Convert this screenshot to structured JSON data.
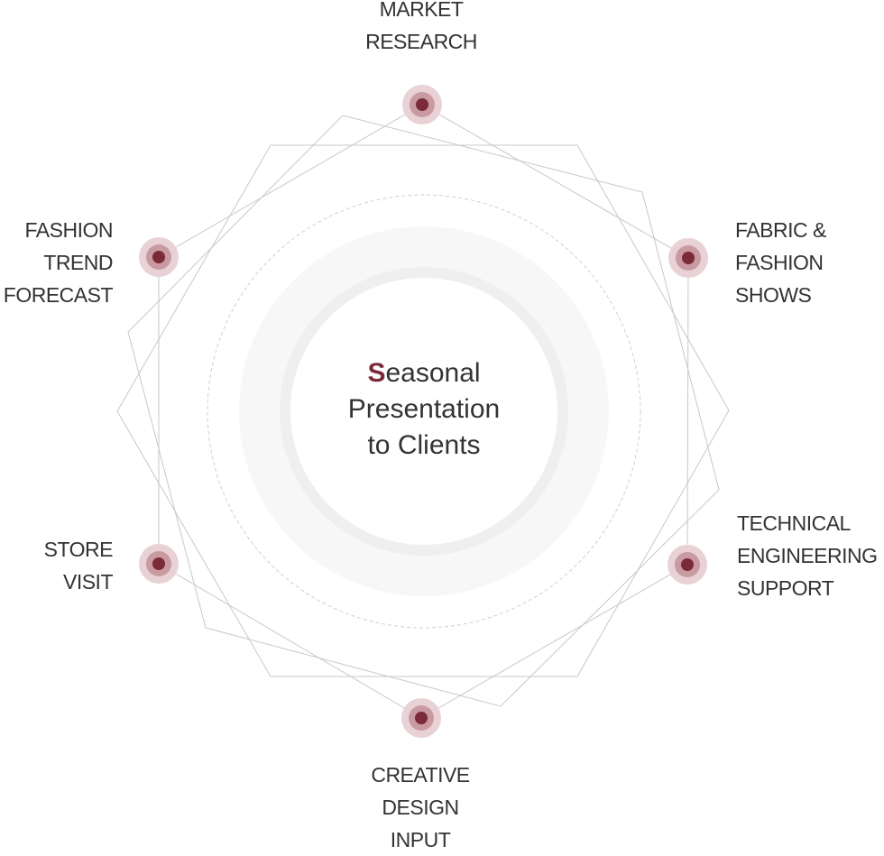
{
  "center": {
    "first_letter": "S",
    "line1_rest": "easonal",
    "line2": "Presentation",
    "line3": "to Clients"
  },
  "nodes": [
    {
      "id": "market-research",
      "lines": [
        "MARKET",
        "RESEARCH"
      ]
    },
    {
      "id": "fabric-fashion-shows",
      "lines": [
        "FABRIC &",
        "FASHION",
        "SHOWS"
      ]
    },
    {
      "id": "technical-engineering-support",
      "lines": [
        "TECHNICAL",
        "ENGINEERING",
        "SUPPORT"
      ]
    },
    {
      "id": "creative-design-input",
      "lines": [
        "CREATIVE",
        "DESIGN",
        "INPUT"
      ]
    },
    {
      "id": "store-visit",
      "lines": [
        "STORE",
        "VISIT"
      ]
    },
    {
      "id": "fashion-trend-forecast",
      "lines": [
        "FASHION",
        "TREND",
        "FORECAST"
      ]
    }
  ],
  "colors": {
    "accent": "#7a2a38",
    "node_outer": "#e8d2d5",
    "node_mid": "#c99aa1",
    "line": "#c8c8c8",
    "text": "#333333"
  }
}
